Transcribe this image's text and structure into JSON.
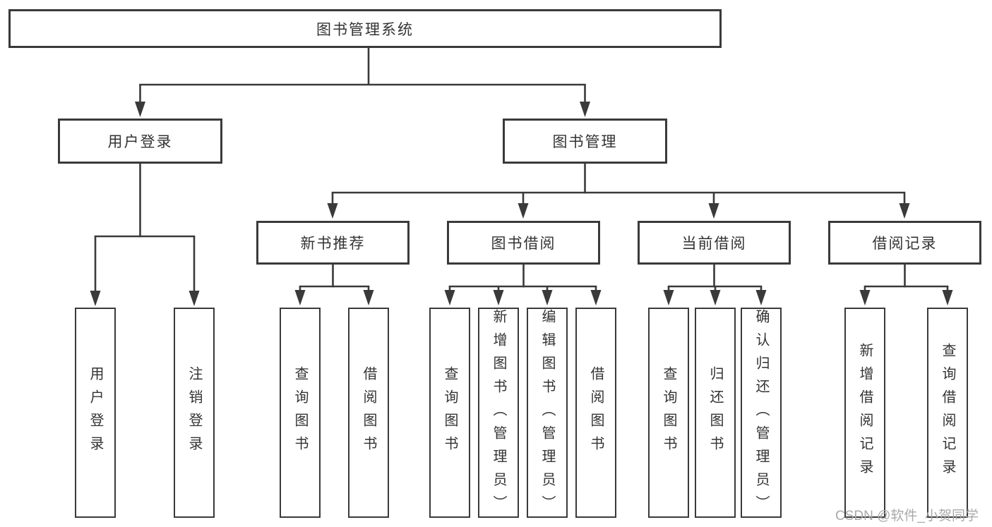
{
  "tree": {
    "root": {
      "label": "图书管理系统",
      "children": [
        {
          "label": "用户登录",
          "children": [
            {
              "label": "用户登录"
            },
            {
              "label": "注销登录"
            }
          ]
        },
        {
          "label": "图书管理",
          "children": [
            {
              "label": "新书推荐",
              "children": [
                {
                  "label": "查询图书"
                },
                {
                  "label": "借阅图书"
                }
              ]
            },
            {
              "label": "图书借阅",
              "children": [
                {
                  "label": "查询图书"
                },
                {
                  "label": "新增图书（管理员）"
                },
                {
                  "label": "编辑图书（管理员）"
                },
                {
                  "label": "借阅图书"
                }
              ]
            },
            {
              "label": "当前借阅",
              "children": [
                {
                  "label": "查询图书"
                },
                {
                  "label": "归还图书"
                },
                {
                  "label": "确认归还（管理员）"
                }
              ]
            },
            {
              "label": "借阅记录",
              "children": [
                {
                  "label": "新增借阅记录"
                },
                {
                  "label": "查询借阅记录"
                }
              ]
            }
          ]
        }
      ]
    }
  },
  "watermark": {
    "text": "CSDN @软件_小贺同学"
  },
  "colors": {
    "line": "#3a3a3a",
    "border": "#3a3a3a",
    "text": "#333333",
    "watermark": "#a9a9a9",
    "background": "#ffffff"
  }
}
